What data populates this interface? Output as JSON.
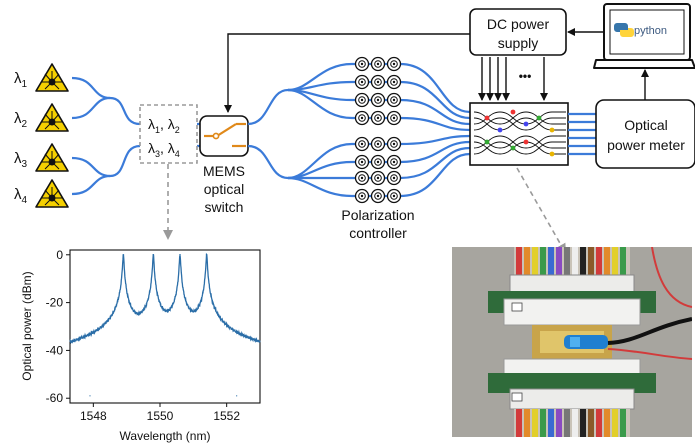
{
  "lasers": [
    {
      "symbol": "λ",
      "sub": "1"
    },
    {
      "symbol": "λ",
      "sub": "2"
    },
    {
      "symbol": "λ",
      "sub": "3"
    },
    {
      "symbol": "λ",
      "sub": "4"
    }
  ],
  "inset_box": {
    "line1": {
      "a": "λ",
      "a_sub": "1",
      "sep": ", ",
      "b": "λ",
      "b_sub": "2"
    },
    "line2": {
      "a": "λ",
      "a_sub": "3",
      "sep": ", ",
      "b": "λ",
      "b_sub": "4"
    }
  },
  "mems": {
    "line1": "MEMS",
    "line2": "optical",
    "line3": "switch"
  },
  "polarization": {
    "line1": "Polarization",
    "line2": "controller"
  },
  "dc_supply": {
    "line1": "DC power",
    "line2": "supply"
  },
  "laptop": {
    "logo_text": "python"
  },
  "power_meter": {
    "line1": "Optical",
    "line2": "power meter"
  },
  "wire_dots": "•••",
  "colors": {
    "fiber": "#3b7bd9",
    "switch_accent": "#e0891a",
    "laser_fill": "#f5d000",
    "trace": "#2b6ea8",
    "dashed": "#9a9a9a"
  },
  "chart_data": {
    "type": "line",
    "xlabel": "Wavelength (nm)",
    "ylabel": "Optical power (dBm)",
    "xlim": [
      1547.3,
      1553.0
    ],
    "ylim": [
      -62,
      2
    ],
    "xticks": [
      1548,
      1550,
      1552
    ],
    "yticks": [
      0,
      -20,
      -40,
      -60
    ],
    "noise_floor": -61,
    "peaks": [
      {
        "x": 1548.9,
        "y": 0
      },
      {
        "x": 1549.8,
        "y": 0
      },
      {
        "x": 1550.6,
        "y": 0
      },
      {
        "x": 1551.4,
        "y": 0
      }
    ],
    "minor_bumps": [
      {
        "x": 1547.9,
        "y": -59
      },
      {
        "x": 1552.3,
        "y": -59
      }
    ]
  }
}
